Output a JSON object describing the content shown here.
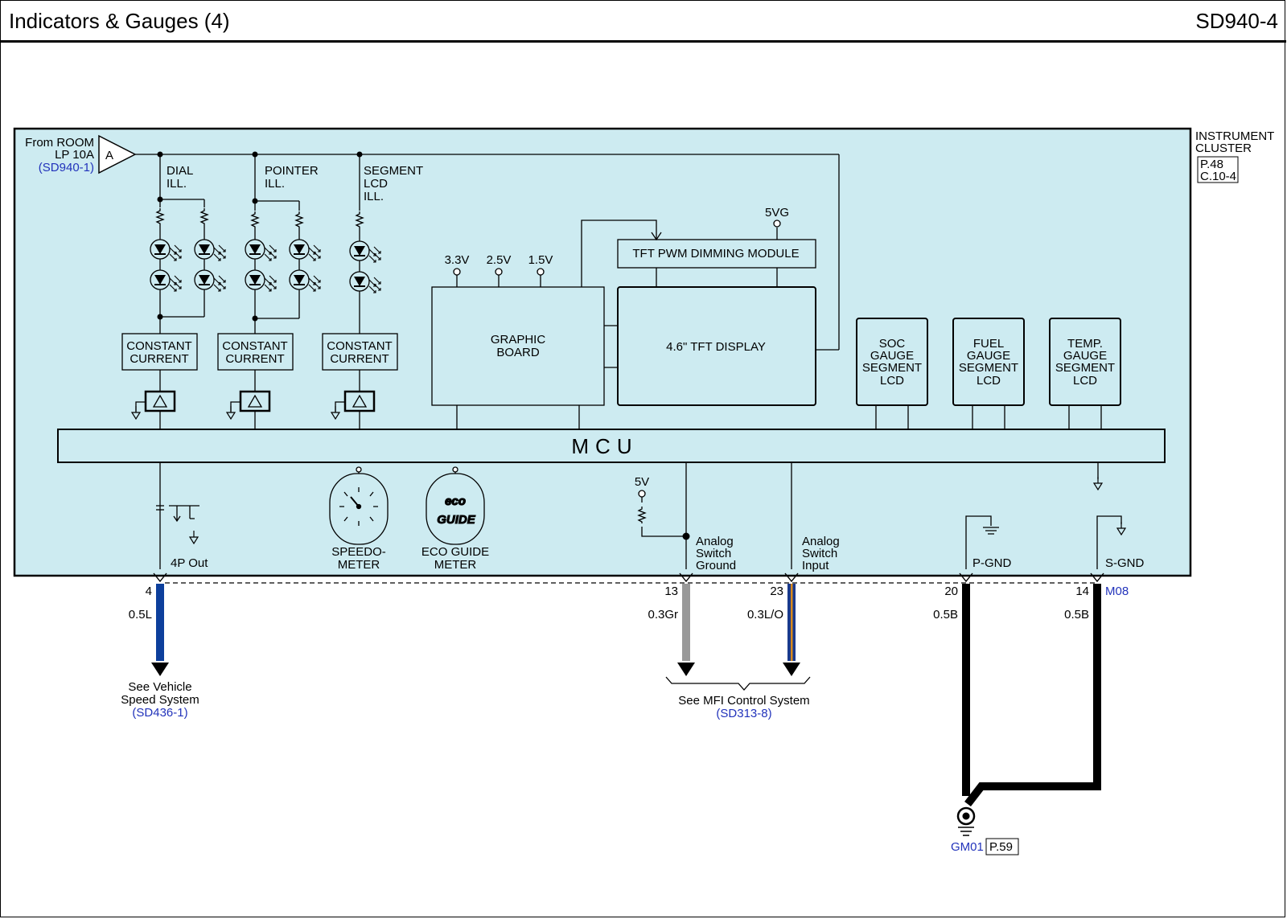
{
  "header": {
    "title": "Indicators & Gauges (4)",
    "code": "SD940-4"
  },
  "cluster": {
    "name_line1": "INSTRUMENT",
    "name_line2": "CLUSTER",
    "conn_ref_line1": "P.48",
    "conn_ref_line2": "C.10-4",
    "connector_id": "M08"
  },
  "feed": {
    "line1": "From ROOM",
    "line2": "LP 10A",
    "ref": "(SD940-1)",
    "tag": "A"
  },
  "illum": [
    {
      "line1": "DIAL",
      "line2": "ILL.",
      "line3": ""
    },
    {
      "line1": "POINTER",
      "line2": "ILL.",
      "line3": ""
    },
    {
      "line1": "SEGMENT",
      "line2": "LCD",
      "line3": "ILL."
    }
  ],
  "constant_current": {
    "line1": "CONSTANT",
    "line2": "CURRENT"
  },
  "voltages": {
    "v33": "3.3V",
    "v25": "2.5V",
    "v15": "1.5V",
    "v5g": "5VG",
    "v5": "5V"
  },
  "graphic_board": {
    "line1": "GRAPHIC",
    "line2": "BOARD"
  },
  "pwm_module": "TFT PWM DIMMING MODULE",
  "tft_display": "4.6\" TFT DISPLAY",
  "lcds": [
    {
      "line1": "SOC",
      "line2": "GAUGE",
      "line3": "SEGMENT",
      "line4": "LCD"
    },
    {
      "line1": "FUEL",
      "line2": "GAUGE",
      "line3": "SEGMENT",
      "line4": "LCD"
    },
    {
      "line1": "TEMP.",
      "line2": "GAUGE",
      "line3": "SEGMENT",
      "line4": "LCD"
    }
  ],
  "mcu": "MCU",
  "meters": {
    "speedo_line1": "SPEEDO-",
    "speedo_line2": "METER",
    "eco_line1": "ECO GUIDE",
    "eco_line2": "METER",
    "eco_logo_line1": "eco",
    "eco_logo_line2": "GUIDE"
  },
  "outputs": [
    {
      "label": "4P Out",
      "pin": "4",
      "wire": "0.5L",
      "color": "#0d3f9c",
      "stripe": ""
    },
    {
      "label_line1": "Analog",
      "label_line2": "Switch",
      "label_line3": "Ground",
      "pin": "13",
      "wire": "0.3Gr",
      "color": "#999999",
      "stripe": ""
    },
    {
      "label_line1": "Analog",
      "label_line2": "Switch",
      "label_line3": "Input",
      "pin": "23",
      "wire": "0.3L/O",
      "color": "#1a3a8c",
      "stripe": "#d98a1c"
    },
    {
      "label": "P-GND",
      "pin": "20",
      "wire": "0.5B",
      "color": "#000000",
      "stripe": ""
    },
    {
      "label": "S-GND",
      "pin": "14",
      "wire": "0.5B",
      "color": "#000000",
      "stripe": ""
    }
  ],
  "refs": {
    "vss_line1": "See Vehicle",
    "vss_line2": "Speed System",
    "vss_ref": "(SD436-1)",
    "mfi_line1": "See MFI Control System",
    "mfi_ref": "(SD313-8)"
  },
  "ground": {
    "id": "GM01",
    "page": "P.59"
  },
  "colors": {
    "cluster_fill": "#cdebf1",
    "ref_text": "#2233bb"
  }
}
